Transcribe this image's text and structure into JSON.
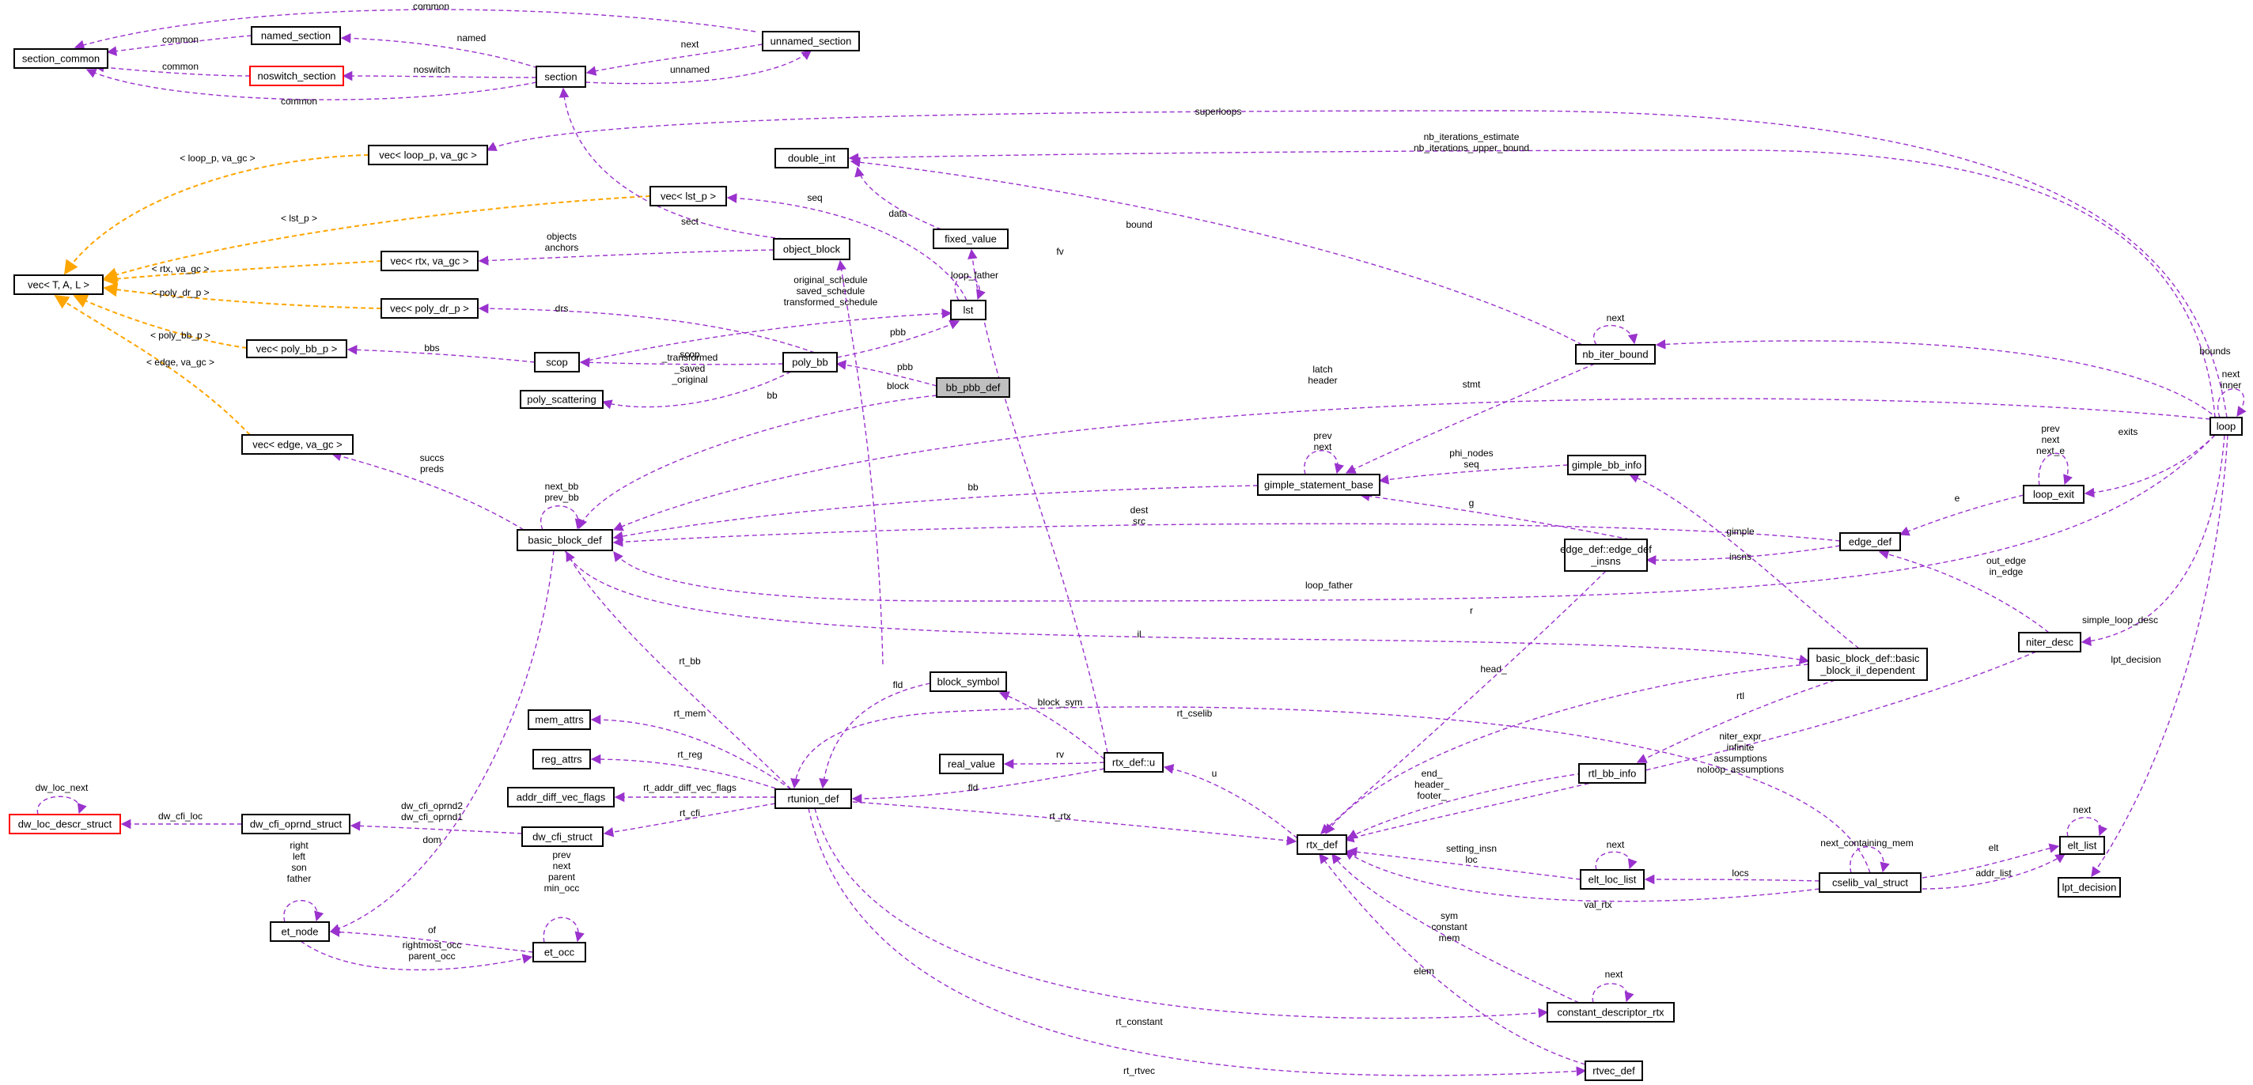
{
  "nodes": [
    {
      "id": "section_common",
      "label": "section_common"
    },
    {
      "id": "named_section",
      "label": "named_section"
    },
    {
      "id": "noswitch_section",
      "label": "noswitch_section",
      "border": "red"
    },
    {
      "id": "section",
      "label": "section"
    },
    {
      "id": "unnamed_section",
      "label": "unnamed_section"
    },
    {
      "id": "vec_T",
      "label": "vec< T, A, L >"
    },
    {
      "id": "vec_loop",
      "label": "vec< loop_p, va_gc >"
    },
    {
      "id": "vec_lst",
      "label": "vec< lst_p >"
    },
    {
      "id": "vec_rtx",
      "label": "vec< rtx, va_gc >"
    },
    {
      "id": "vec_poly_dr",
      "label": "vec< poly_dr_p >"
    },
    {
      "id": "vec_poly_bb",
      "label": "vec< poly_bb_p >"
    },
    {
      "id": "vec_edge",
      "label": "vec< edge, va_gc >"
    },
    {
      "id": "double_int",
      "label": "double_int"
    },
    {
      "id": "fixed_value",
      "label": "fixed_value"
    },
    {
      "id": "object_block",
      "label": "object_block"
    },
    {
      "id": "lst",
      "label": "lst"
    },
    {
      "id": "scop",
      "label": "scop"
    },
    {
      "id": "poly_bb",
      "label": "poly_bb"
    },
    {
      "id": "poly_scattering",
      "label": "poly_scattering"
    },
    {
      "id": "bb_pbb_def",
      "label": "bb_pbb_def",
      "fill": "grey"
    },
    {
      "id": "nb_iter_bound",
      "label": "nb_iter_bound"
    },
    {
      "id": "loop",
      "label": "loop"
    },
    {
      "id": "gimple_statement_base",
      "label": "gimple_statement_base"
    },
    {
      "id": "gimple_bb_info",
      "label": "gimple_bb_info"
    },
    {
      "id": "loop_exit",
      "label": "loop_exit"
    },
    {
      "id": "basic_block_def",
      "label": "basic_block_def"
    },
    {
      "id": "edge_def_insns",
      "label": [
        "edge_def::edge_def",
        "_insns"
      ]
    },
    {
      "id": "edge_def",
      "label": "edge_def"
    },
    {
      "id": "niter_desc",
      "label": "niter_desc"
    },
    {
      "id": "bb_il_dep",
      "label": [
        "basic_block_def::basic",
        "_block_il_dependent"
      ]
    },
    {
      "id": "block_symbol",
      "label": "block_symbol"
    },
    {
      "id": "mem_attrs",
      "label": "mem_attrs"
    },
    {
      "id": "reg_attrs",
      "label": "reg_attrs"
    },
    {
      "id": "real_value",
      "label": "real_value"
    },
    {
      "id": "rtx_def_u",
      "label": "rtx_def::u"
    },
    {
      "id": "addr_diff",
      "label": "addr_diff_vec_flags"
    },
    {
      "id": "rtunion_def",
      "label": "rtunion_def"
    },
    {
      "id": "rtl_bb_info",
      "label": "rtl_bb_info"
    },
    {
      "id": "dw_loc_descr",
      "label": "dw_loc_descr_struct",
      "border": "red"
    },
    {
      "id": "dw_cfi_oprnd",
      "label": "dw_cfi_oprnd_struct"
    },
    {
      "id": "dw_cfi_struct",
      "label": "dw_cfi_struct"
    },
    {
      "id": "rtx_def",
      "label": "rtx_def"
    },
    {
      "id": "elt_list",
      "label": "elt_list"
    },
    {
      "id": "elt_loc_list",
      "label": "elt_loc_list"
    },
    {
      "id": "cselib",
      "label": "cselib_val_struct"
    },
    {
      "id": "lpt_decision",
      "label": "lpt_decision"
    },
    {
      "id": "et_node",
      "label": "et_node"
    },
    {
      "id": "et_occ",
      "label": "et_occ"
    },
    {
      "id": "constant_desc",
      "label": "constant_descriptor_rtx"
    },
    {
      "id": "rtvec_def",
      "label": "rtvec_def"
    }
  ],
  "edges": [
    {
      "id": "e_common_top",
      "label": [
        "common"
      ]
    },
    {
      "id": "e_named_common",
      "label": [
        "common"
      ]
    },
    {
      "id": "e_noswitch_common",
      "label": [
        "common"
      ]
    },
    {
      "id": "e_section_common",
      "label": [
        "common"
      ]
    },
    {
      "id": "e_section_named",
      "label": [
        "named"
      ]
    },
    {
      "id": "e_section_noswitch",
      "label": [
        "noswitch"
      ]
    },
    {
      "id": "e_unnamed_next",
      "label": [
        "next"
      ]
    },
    {
      "id": "e_section_unnamed",
      "label": [
        "unnamed"
      ]
    },
    {
      "id": "e_superloops",
      "label": [
        "superloops"
      ]
    },
    {
      "id": "e_inh_loop",
      "label": [
        "< loop_p, va_gc >"
      ],
      "style": "inherit"
    },
    {
      "id": "e_inh_lst",
      "label": [
        "< lst_p >"
      ],
      "style": "inherit"
    },
    {
      "id": "e_inh_rtx",
      "label": [
        "< rtx, va_gc >"
      ],
      "style": "inherit"
    },
    {
      "id": "e_inh_dr",
      "label": [
        "< poly_dr_p >"
      ],
      "style": "inherit"
    },
    {
      "id": "e_inh_bb",
      "label": [
        "< poly_bb_p >"
      ],
      "style": "inherit"
    },
    {
      "id": "e_inh_edge",
      "label": [
        "< edge, va_gc >"
      ],
      "style": "inherit"
    },
    {
      "id": "e_nb_iter",
      "label": [
        "nb_iterations_estimate",
        "nb_iterations_upper_bound"
      ]
    },
    {
      "id": "e_seq",
      "label": [
        "seq"
      ]
    },
    {
      "id": "e_data",
      "label": [
        "data"
      ]
    },
    {
      "id": "e_bound",
      "label": [
        "bound"
      ]
    },
    {
      "id": "e_sect",
      "label": [
        "sect"
      ]
    },
    {
      "id": "e_objects",
      "label": [
        "objects",
        "anchors"
      ]
    },
    {
      "id": "e_fv",
      "label": [
        "fv"
      ]
    },
    {
      "id": "e_loop_father_lst",
      "label": [
        "loop_father"
      ]
    },
    {
      "id": "e_schedule",
      "label": [
        "original_schedule",
        "saved_schedule",
        "transformed_schedule"
      ]
    },
    {
      "id": "e_drs",
      "label": [
        "drs"
      ]
    },
    {
      "id": "e_pbb_lst",
      "label": [
        "pbb"
      ]
    },
    {
      "id": "e_bbs",
      "label": [
        "bbs"
      ]
    },
    {
      "id": "e_scop",
      "label": [
        "scop"
      ]
    },
    {
      "id": "e_scat",
      "label": [
        "_transformed",
        "_saved",
        "_original"
      ]
    },
    {
      "id": "e_pbb_bb",
      "label": [
        "pbb"
      ]
    },
    {
      "id": "e_block",
      "label": [
        "block"
      ]
    },
    {
      "id": "e_bb_bbpbb",
      "label": [
        "bb"
      ]
    },
    {
      "id": "e_nb_next",
      "label": [
        "next"
      ]
    },
    {
      "id": "e_bounds",
      "label": [
        "bounds"
      ]
    },
    {
      "id": "e_loop_self",
      "label": [
        "next",
        "inner"
      ]
    },
    {
      "id": "e_latch",
      "label": [
        "latch",
        "header"
      ]
    },
    {
      "id": "e_stmt",
      "label": [
        "stmt"
      ]
    },
    {
      "id": "e_gsb_self",
      "label": [
        "prev",
        "next"
      ]
    },
    {
      "id": "e_phi",
      "label": [
        "phi_nodes",
        "seq"
      ]
    },
    {
      "id": "e_exits",
      "label": [
        "exits"
      ]
    },
    {
      "id": "e_le_self",
      "label": [
        "prev",
        "next",
        "next_e"
      ]
    },
    {
      "id": "e_succs",
      "label": [
        "succs",
        "preds"
      ]
    },
    {
      "id": "e_bbd_self",
      "label": [
        "next_bb",
        "prev_bb"
      ]
    },
    {
      "id": "e_bb",
      "label": [
        "bb"
      ]
    },
    {
      "id": "e_dest",
      "label": [
        "dest",
        "src"
      ]
    },
    {
      "id": "e_e",
      "label": [
        "e"
      ]
    },
    {
      "id": "e_g",
      "label": [
        "g"
      ]
    },
    {
      "id": "e_gimple",
      "label": [
        "gimple"
      ]
    },
    {
      "id": "e_insns",
      "label": [
        "insns"
      ]
    },
    {
      "id": "e_loop_father",
      "label": [
        "loop_father"
      ]
    },
    {
      "id": "e_out_edge",
      "label": [
        "out_edge",
        "in_edge"
      ]
    },
    {
      "id": "e_il",
      "label": [
        "il"
      ]
    },
    {
      "id": "e_simple_loop",
      "label": [
        "simple_loop_desc"
      ]
    },
    {
      "id": "e_lpt",
      "label": [
        "lpt_decision"
      ]
    },
    {
      "id": "e_rt_bb",
      "label": [
        "rt_bb"
      ]
    },
    {
      "id": "e_fld_bs",
      "label": [
        "fld"
      ]
    },
    {
      "id": "e_block_sym",
      "label": [
        "block_sym"
      ]
    },
    {
      "id": "e_rt_cselib",
      "label": [
        "rt_cselib"
      ]
    },
    {
      "id": "e_head",
      "label": [
        "head_"
      ]
    },
    {
      "id": "e_rtl",
      "label": [
        "rtl"
      ]
    },
    {
      "id": "e_r",
      "label": [
        "r"
      ]
    },
    {
      "id": "e_rt_mem",
      "label": [
        "rt_mem"
      ]
    },
    {
      "id": "e_rt_reg",
      "label": [
        "rt_reg"
      ]
    },
    {
      "id": "e_rv",
      "label": [
        "rv"
      ]
    },
    {
      "id": "e_fld_u",
      "label": [
        "fld"
      ]
    },
    {
      "id": "e_addr",
      "label": [
        "rt_addr_diff_vec_flags"
      ]
    },
    {
      "id": "e_rt_cfi",
      "label": [
        "rt_cfi"
      ]
    },
    {
      "id": "e_u",
      "label": [
        "u"
      ]
    },
    {
      "id": "e_rt_rtx",
      "label": [
        "rt_rtx"
      ]
    },
    {
      "id": "e_end",
      "label": [
        "end_",
        "header_",
        "footer_"
      ]
    },
    {
      "id": "e_niter",
      "label": [
        "niter_expr",
        "infinite",
        "assumptions",
        "noloop_assumptions"
      ]
    },
    {
      "id": "e_dw_next",
      "label": [
        "dw_loc_next"
      ]
    },
    {
      "id": "e_dw_cfi_loc",
      "label": [
        "dw_cfi_loc"
      ]
    },
    {
      "id": "e_dw_oprnd",
      "label": [
        "dw_cfi_oprnd2",
        "dw_cfi_oprnd1"
      ]
    },
    {
      "id": "e_dom",
      "label": [
        "dom"
      ]
    },
    {
      "id": "e_et_self",
      "label": [
        "right",
        "left",
        "son",
        "father"
      ]
    },
    {
      "id": "e_occ_self",
      "label": [
        "prev",
        "next",
        "parent",
        "min_occ"
      ]
    },
    {
      "id": "e_of",
      "label": [
        "of"
      ]
    },
    {
      "id": "e_rightmost",
      "label": [
        "rightmost_occ",
        "parent_occ"
      ]
    },
    {
      "id": "e_setting",
      "label": [
        "setting_insn",
        "loc"
      ]
    },
    {
      "id": "e_ell_next",
      "label": [
        "next"
      ]
    },
    {
      "id": "e_locs",
      "label": [
        "locs"
      ]
    },
    {
      "id": "e_val_rtx",
      "label": [
        "val_rtx"
      ]
    },
    {
      "id": "e_cs_self",
      "label": [
        "next_containing_mem"
      ]
    },
    {
      "id": "e_elt",
      "label": [
        "elt"
      ]
    },
    {
      "id": "e_addr_list",
      "label": [
        "addr_list"
      ]
    },
    {
      "id": "e_el_next",
      "label": [
        "next"
      ]
    },
    {
      "id": "e_sym",
      "label": [
        "sym",
        "constant",
        "mem"
      ]
    },
    {
      "id": "e_cd_next",
      "label": [
        "next"
      ]
    },
    {
      "id": "e_rt_constant",
      "label": [
        "rt_constant"
      ]
    },
    {
      "id": "e_elem",
      "label": [
        "elem"
      ]
    },
    {
      "id": "e_rt_rtvec",
      "label": [
        "rt_rtvec"
      ]
    }
  ]
}
